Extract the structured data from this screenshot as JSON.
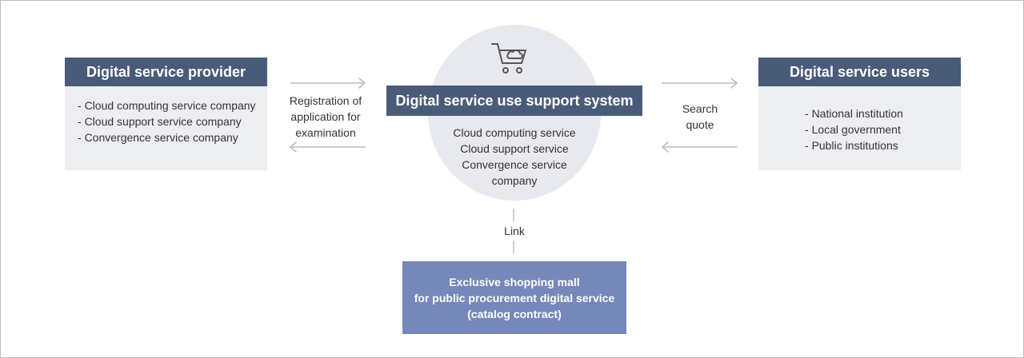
{
  "provider": {
    "title": "Digital service provider",
    "items": [
      "Cloud computing service company",
      "Cloud support service company",
      "Convergence service company"
    ]
  },
  "users": {
    "title": "Digital service users",
    "items": [
      "National institution",
      "Local government",
      "Public institutions"
    ]
  },
  "center": {
    "title": "Digital service use support system",
    "lines": [
      "Cloud computing service",
      "Cloud support service",
      "Convergence service",
      "company"
    ],
    "icon": "shopping-cart-cloud-icon"
  },
  "labels": {
    "registration": [
      "Registration of",
      "application for",
      "examination"
    ],
    "search": [
      "Search",
      "quote"
    ],
    "link": "Link"
  },
  "mall": {
    "lines": [
      "Exclusive shopping mall",
      "for public procurement digital service",
      "(catalog contract)"
    ]
  },
  "colors": {
    "header_bg": "#4a5b7a",
    "body_bg": "#edeef2",
    "circle_bg": "#e8e9ee",
    "mall_bg": "#7687ba",
    "arrow": "#b8bccb"
  }
}
